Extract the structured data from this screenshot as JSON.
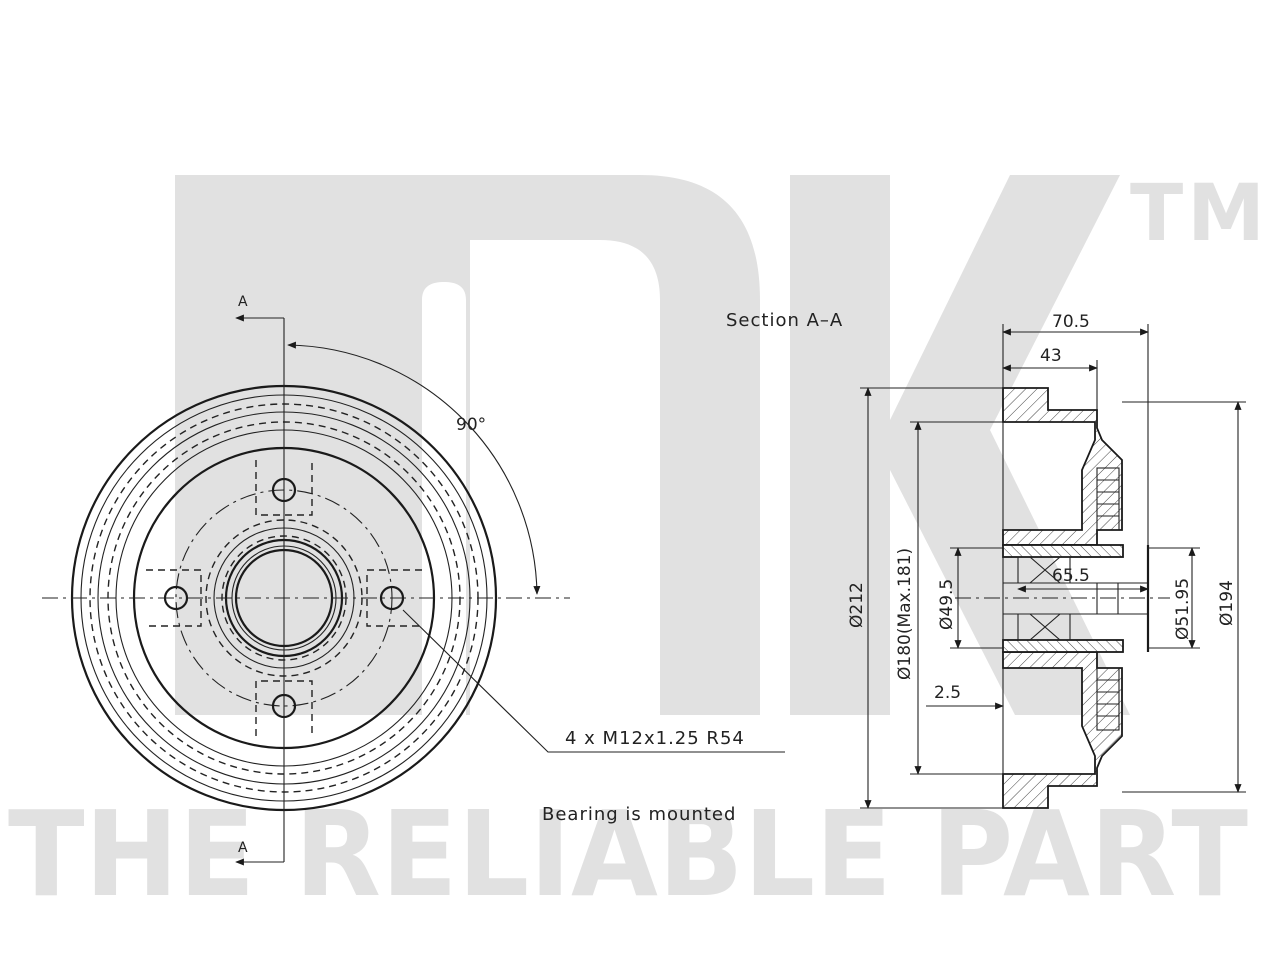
{
  "watermark": {
    "logo_text": "NK",
    "trademark": "TM",
    "slogan": "THE RELIABLE PART",
    "color": "#e1e1e1"
  },
  "front_view": {
    "section_mark_top": "A",
    "section_mark_bottom": "A",
    "angle_label": "90°",
    "bolt_callout": "4 x M12x1.25 R54",
    "note": "Bearing is mounted"
  },
  "section_view": {
    "title": "Section A–A",
    "dimensions": {
      "overall_width": "70.5",
      "hub_width": "43",
      "outer_diameter": "Ø212",
      "inner_diameter": "Ø180(Max.181)",
      "bore_diameter": "Ø49.5",
      "bearing_length": "65.5",
      "seat_diameter": "Ø51.95",
      "flange_diameter": "Ø194",
      "offset": "2.5"
    }
  },
  "colors": {
    "line": "#1a1a1a",
    "watermark": "#e1e1e1"
  }
}
